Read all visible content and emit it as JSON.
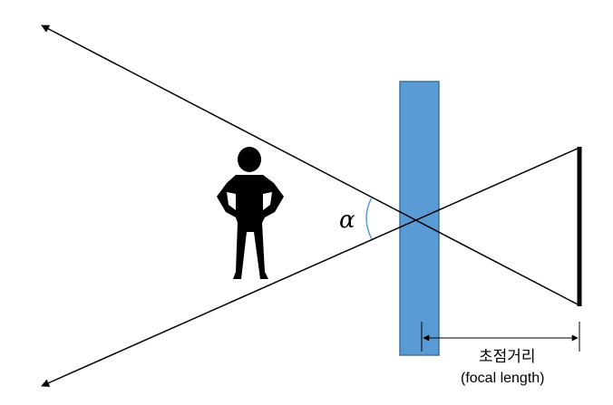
{
  "labels": {
    "angle": "α",
    "focal_length_korean": "초점거리",
    "focal_length_english": "(focal length)"
  },
  "colors": {
    "lens_fill": "#5b9bd5",
    "lens_stroke": "#41719c",
    "angle_arc": "#5b9bd5",
    "lines": "#000000",
    "figure": "#000000"
  },
  "icons": {
    "person": "person-icon"
  }
}
